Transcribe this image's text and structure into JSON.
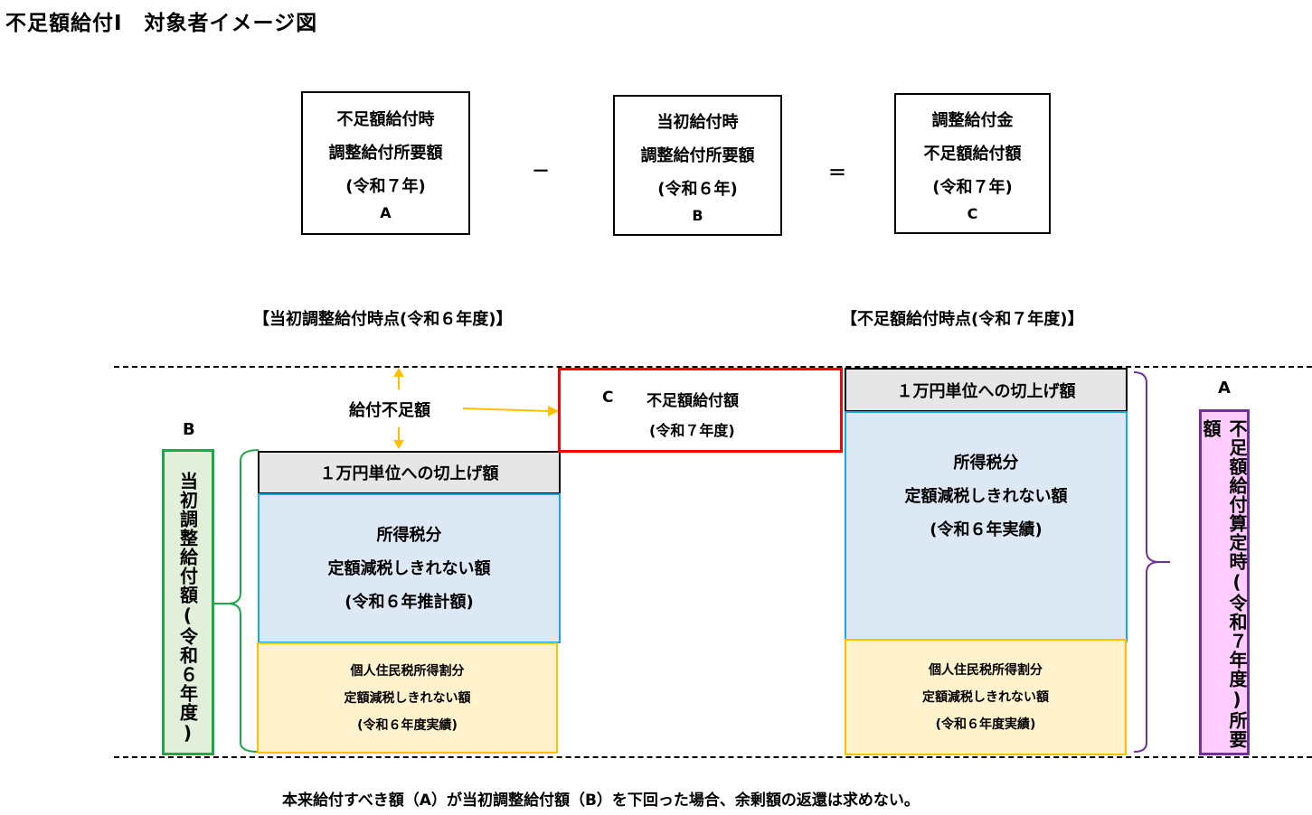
{
  "title": "不足額給付Ⅰ　対象者イメージ図",
  "formula": {
    "box_a": {
      "lines": [
        "不足額給付時",
        "調整給付所要額",
        "(令和７年)"
      ],
      "letter": "A"
    },
    "minus": "－",
    "box_b": {
      "lines": [
        "当初給付時",
        "調整給付所要額",
        "(令和６年)"
      ],
      "letter": "B"
    },
    "equals": "＝",
    "box_c": {
      "lines": [
        "調整給付金",
        "不足額給付額",
        "(令和７年)"
      ],
      "letter": "C"
    }
  },
  "periods": {
    "left": "【当初調整給付時点(令和６年度)】",
    "right": "【不足額給付時点(令和７年度)】"
  },
  "left_stack": {
    "side_letter": "B",
    "side_label": "当初調整給付額(令和６年度)",
    "shortfall_label": "給付不足額",
    "roundup": "１万円単位への切上げ額",
    "income_tax": [
      "所得税分",
      "定額減税しきれない額",
      "(令和６年推計額)"
    ],
    "resident_tax": [
      "個人住民税所得割分",
      "定額減税しきれない額",
      "(令和６年度実績)"
    ]
  },
  "shortfall_box": {
    "letter": "C",
    "label": "不足額給付額",
    "sub": "(令和７年度)"
  },
  "right_stack": {
    "side_letter": "A",
    "side_label": "不足額給付算定時(令和７年度)所要額",
    "roundup": "１万円単位への切上げ額",
    "income_tax": [
      "所得税分",
      "定額減税しきれない額",
      "(令和６年実績)"
    ],
    "resident_tax": [
      "個人住民税所得割分",
      "定額減税しきれない額",
      "(令和６年度実績)"
    ]
  },
  "footnote": "本来給付すべき額（A）が当初調整給付額（B）を下回った場合、余剰額の返還は求めない。",
  "colors": {
    "roundup_fill": "#e6e6e6",
    "income_tax_fill": "#dde8f5",
    "income_tax_border": "#1aa7e0",
    "resident_tax_fill": "#fff2cc",
    "resident_tax_border": "#ffc000",
    "shortfall_border": "#ff0000",
    "arrow": "#ffc000",
    "left_label_fill": "#e2efda",
    "left_label_border": "#1ba84a",
    "right_label_fill": "#ffccff",
    "right_label_border": "#7030a0"
  }
}
